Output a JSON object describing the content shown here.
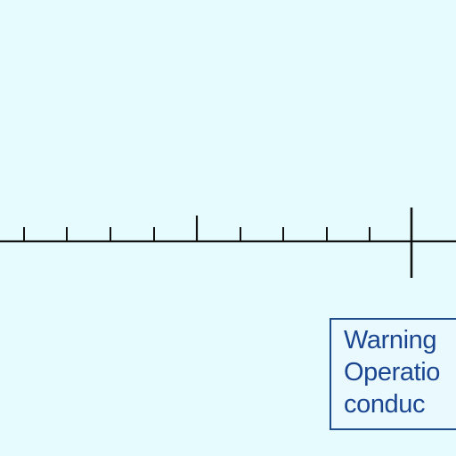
{
  "colors": {
    "background": "#e6fbfd",
    "scale_line": "#111111",
    "text": "#1a4590",
    "box_border": "#1f4c8c"
  },
  "warning_box": {
    "lines": [
      "Warning",
      "Operatio",
      "conduc"
    ]
  }
}
